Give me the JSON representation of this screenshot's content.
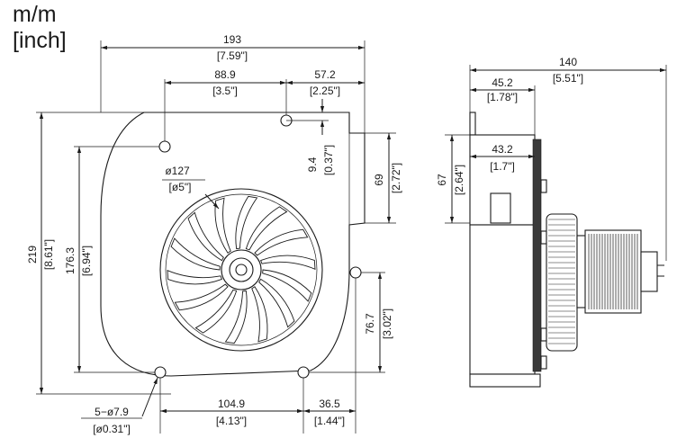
{
  "units": {
    "metric": "m/m",
    "imperial": "[inch]"
  },
  "dimensions": {
    "overall_width": {
      "mm": "193",
      "inch": "[7.59\"]"
    },
    "hole_span_top": {
      "mm": "88.9",
      "inch": "[3.5\"]"
    },
    "top_right": {
      "mm": "57.2",
      "inch": "[2.25\"]"
    },
    "offset_small": {
      "mm": "9.4",
      "inch": "[0.37\"]"
    },
    "outlet_height": {
      "mm": "69",
      "inch": "[2.72\"]"
    },
    "fan_diameter": {
      "mm": "ø127",
      "inch": "[ø5\"]"
    },
    "overall_height": {
      "mm": "219",
      "inch": "[8.61\"]"
    },
    "hole_height": {
      "mm": "176.3",
      "inch": "[6.94\"]"
    },
    "right_hole_height": {
      "mm": "76.7",
      "inch": "[3.02\"]"
    },
    "bottom_span": {
      "mm": "104.9",
      "inch": "[4.13\"]"
    },
    "bottom_right": {
      "mm": "36.5",
      "inch": "[1.44\"]"
    },
    "holes": {
      "mm": "5−ø7.9",
      "inch": "[ø0.31\"]"
    },
    "side_depth": {
      "mm": "140",
      "inch": "[5.51\"]"
    },
    "side_flange": {
      "mm": "45.2",
      "inch": "[1.78\"]"
    },
    "side_body": {
      "mm": "43.2",
      "inch": "[1.7\"]"
    },
    "side_outlet": {
      "mm": "67",
      "inch": "[2.64\"]"
    }
  }
}
